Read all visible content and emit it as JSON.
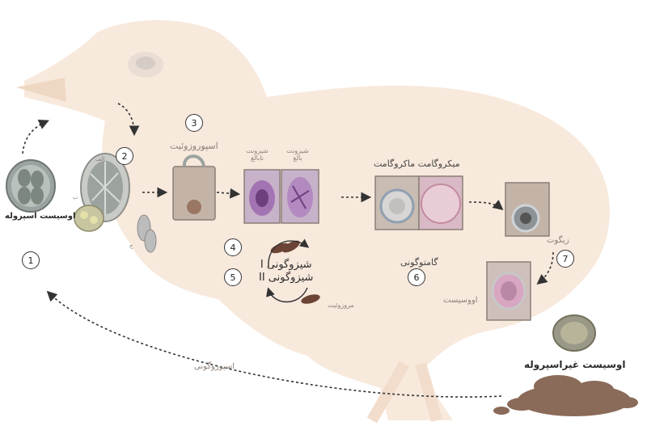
{
  "labels": {
    "sporulated_oocyst": "اوسیست اسپروله",
    "sporozoite": "اسپوروزوئیت",
    "immature_schizont": "شیزونت نابالغ",
    "mature_schizont": "شیزونت بالغ",
    "microgamete_macrogamete": "میکروگامت ماکروگامت",
    "schizogony": "شیزوگونی I\nشیزوگونی II",
    "merozoite": "مروزوئیت",
    "gametogony": "گامتوگونی",
    "oocyst": "اووسیست",
    "zygote": "زیگوت",
    "unsporulated_oocyst": "اوسیست غیراسپروله",
    "sporogony": "اسپوروگونی",
    "small_a": "الف",
    "small_b": "ب",
    "small_c": "ج"
  },
  "steps": [
    "1",
    "2",
    "3",
    "4",
    "5",
    "6",
    "7"
  ],
  "colors": {
    "chick": "#f7e6d8",
    "cell": "#c9b9ad",
    "histology": "#b58fc0",
    "soil": "#8a6a58",
    "arrow": "#333333"
  }
}
